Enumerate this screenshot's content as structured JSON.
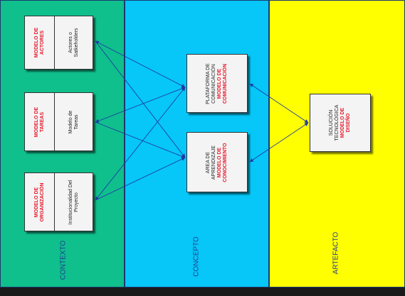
{
  "columns": {
    "contexto": "CONTEXTO",
    "concepto": "CONCEPTO",
    "artefacto": "ARTEFACTO"
  },
  "context_models": [
    {
      "model": "MODELO DE ACTORES",
      "description": "Actores o Satkeholders"
    },
    {
      "model": "MODELO DE TAREAS",
      "description": "Modelo de Tareas"
    },
    {
      "model": "MODELO DE ORGANIZACIÓN",
      "description": "Institucionalidad Del Proyecto"
    }
  ],
  "concept_models": [
    {
      "title": "PLATAFORMA DE COMUNICACIÓN",
      "model": "MODELO DE COMUNICACIÓN"
    },
    {
      "title": "AREA DE APRENDIZAJE",
      "model": "MODELO DE CONOCIMIENTO"
    }
  ],
  "artefact_model": {
    "title": "SOLUCIÓN TECNOLÓGICA",
    "model": "MODELO DE DISEÑO"
  },
  "colors": {
    "contexto_bg": "#0fbf8c",
    "concepto_bg": "#06c7f7",
    "artefacto_bg": "#ffff00",
    "arrow": "#1f3aa6",
    "model_text": "#e8192c"
  }
}
